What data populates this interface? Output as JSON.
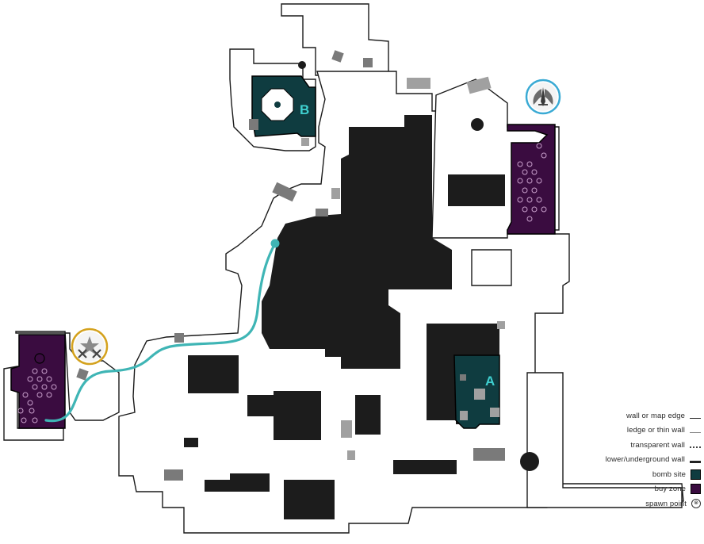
{
  "sites": {
    "a_label": "A",
    "b_label": "B"
  },
  "legend": [
    {
      "label": "wall or map edge",
      "symbol": "wall"
    },
    {
      "label": "ledge or thin wall",
      "symbol": "ledge"
    },
    {
      "label": "transparent wall",
      "symbol": "transparent"
    },
    {
      "label": "lower/underground wall",
      "symbol": "lower"
    },
    {
      "label": "bomb site",
      "symbol": "bomb-site"
    },
    {
      "label": "buy zone",
      "symbol": "buy-zone"
    },
    {
      "label": "spawn point",
      "symbol": "spawn-point"
    }
  ],
  "colors": {
    "bomb_site": "#0f3c40",
    "buy_zone": "#3a0c40",
    "route": "#3fb5b5",
    "t_emblem": "#d4a21e",
    "ct_emblem": "#3aaad4",
    "site_label": "#3fd0d0"
  },
  "icons": {
    "t_spawn": "terrorist-emblem-icon",
    "ct_spawn": "counter-terrorist-emblem-icon"
  }
}
